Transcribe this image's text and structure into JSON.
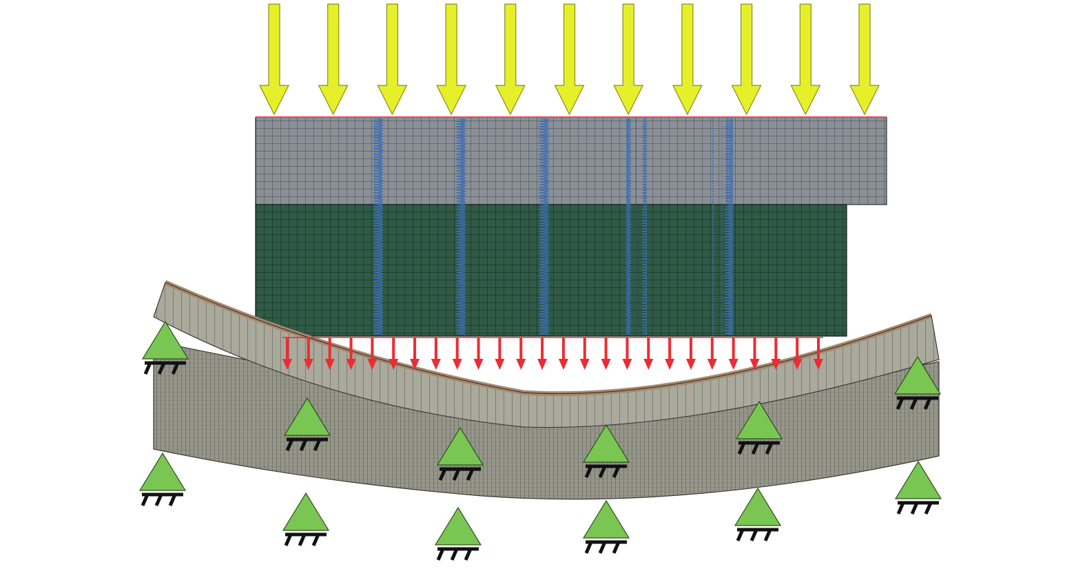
{
  "figure": {
    "applied_load_arrows": {
      "count": 11,
      "color": "#e6f02a",
      "stroke": "#8a8c1c"
    },
    "contact_pressure_arrows": {
      "count": 26,
      "color": "#ee2b32"
    },
    "springs": {
      "count": 5,
      "color": "#3d6eb4"
    },
    "support_symbols": {
      "icon": "fixed-support-triangle-icon",
      "upper_row_count": 6,
      "lower_row_count": 6,
      "color": "#7ac652"
    },
    "upper_block": {
      "color": "#8a9096"
    },
    "lower_block": {
      "color": "#2f5a46"
    },
    "curved_layer": {
      "color": "#a9aa9c",
      "surface_color": "#a8896c"
    },
    "base_slab": {
      "color": "#96978a"
    },
    "mesh_line_color": "#262626"
  }
}
